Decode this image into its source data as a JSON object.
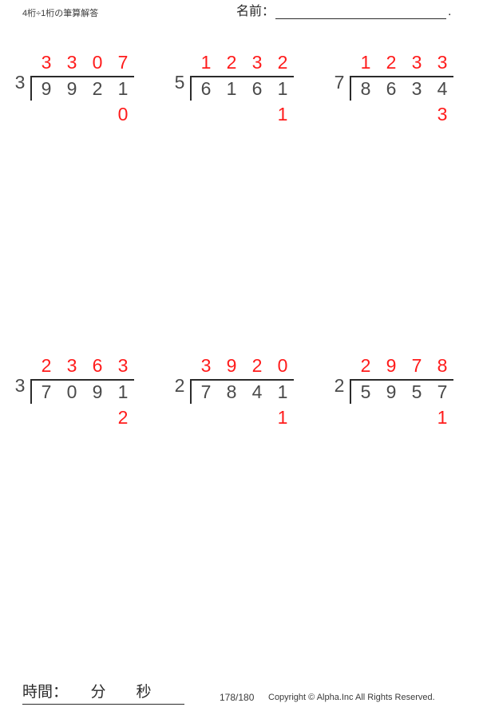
{
  "header": {
    "title": "4桁÷1桁の筆算解答",
    "name_label": "名前：",
    "name_value": "",
    "name_period": "."
  },
  "colors": {
    "answer_red": "#ff1b1b",
    "digit_gray": "#4a4a4a",
    "rule_black": "#2b2b2b"
  },
  "problems": [
    {
      "index": 1,
      "divisor": "3",
      "dividend_digits": [
        "9",
        "9",
        "2",
        "1"
      ],
      "quotient_digits": [
        "3",
        "3",
        "0",
        "7"
      ],
      "remainder_digits": [
        "",
        "",
        "",
        "0"
      ]
    },
    {
      "index": 2,
      "divisor": "5",
      "dividend_digits": [
        "6",
        "1",
        "6",
        "1"
      ],
      "quotient_digits": [
        "1",
        "2",
        "3",
        "2"
      ],
      "remainder_digits": [
        "",
        "",
        "",
        "1"
      ]
    },
    {
      "index": 3,
      "divisor": "7",
      "dividend_digits": [
        "8",
        "6",
        "3",
        "4"
      ],
      "quotient_digits": [
        "1",
        "2",
        "3",
        "3"
      ],
      "remainder_digits": [
        "",
        "",
        "",
        "3"
      ]
    },
    {
      "index": 4,
      "divisor": "3",
      "dividend_digits": [
        "7",
        "0",
        "9",
        "1"
      ],
      "quotient_digits": [
        "2",
        "3",
        "6",
        "3"
      ],
      "remainder_digits": [
        "",
        "",
        "",
        "2"
      ]
    },
    {
      "index": 5,
      "divisor": "2",
      "dividend_digits": [
        "7",
        "8",
        "4",
        "1"
      ],
      "quotient_digits": [
        "3",
        "9",
        "2",
        "0"
      ],
      "remainder_digits": [
        "",
        "",
        "",
        "1"
      ]
    },
    {
      "index": 6,
      "divisor": "2",
      "dividend_digits": [
        "5",
        "9",
        "5",
        "7"
      ],
      "quotient_digits": [
        "2",
        "9",
        "7",
        "8"
      ],
      "remainder_digits": [
        "",
        "",
        "",
        "1"
      ]
    }
  ],
  "footer": {
    "time_label": "時間：　　分　　秒",
    "page_number": "178/180",
    "copyright": "Copyright © Alpha.Inc All Rights Reserved."
  }
}
